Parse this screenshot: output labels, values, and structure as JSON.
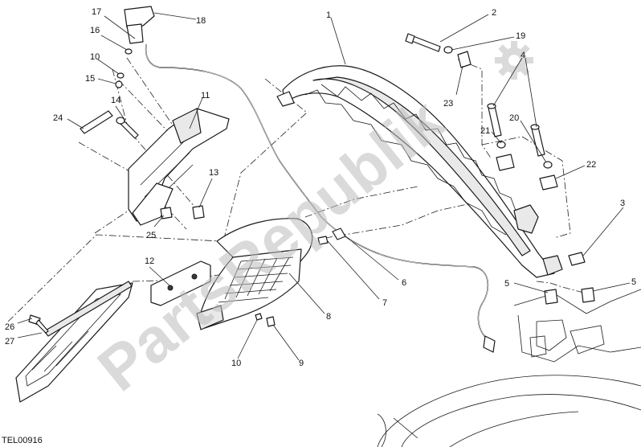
{
  "drawing_code": "TEL00916",
  "watermark": "PartsRepublik",
  "callouts": [
    {
      "id": "1",
      "label": "1"
    },
    {
      "id": "2",
      "label": "2"
    },
    {
      "id": "3",
      "label": "3"
    },
    {
      "id": "4",
      "label": "4"
    },
    {
      "id": "5a",
      "label": "5"
    },
    {
      "id": "5b",
      "label": "5"
    },
    {
      "id": "6",
      "label": "6"
    },
    {
      "id": "7",
      "label": "7"
    },
    {
      "id": "8",
      "label": "8"
    },
    {
      "id": "9",
      "label": "9"
    },
    {
      "id": "10a",
      "label": "10"
    },
    {
      "id": "10b",
      "label": "10"
    },
    {
      "id": "11",
      "label": "11"
    },
    {
      "id": "12",
      "label": "12"
    },
    {
      "id": "13",
      "label": "13"
    },
    {
      "id": "14",
      "label": "14"
    },
    {
      "id": "15",
      "label": "15"
    },
    {
      "id": "16",
      "label": "16"
    },
    {
      "id": "17",
      "label": "17"
    },
    {
      "id": "18",
      "label": "18"
    },
    {
      "id": "19",
      "label": "19"
    },
    {
      "id": "20",
      "label": "20"
    },
    {
      "id": "21",
      "label": "21"
    },
    {
      "id": "22",
      "label": "22"
    },
    {
      "id": "23",
      "label": "23"
    },
    {
      "id": "24",
      "label": "24"
    },
    {
      "id": "25",
      "label": "25"
    },
    {
      "id": "26",
      "label": "26"
    },
    {
      "id": "27",
      "label": "27"
    }
  ]
}
